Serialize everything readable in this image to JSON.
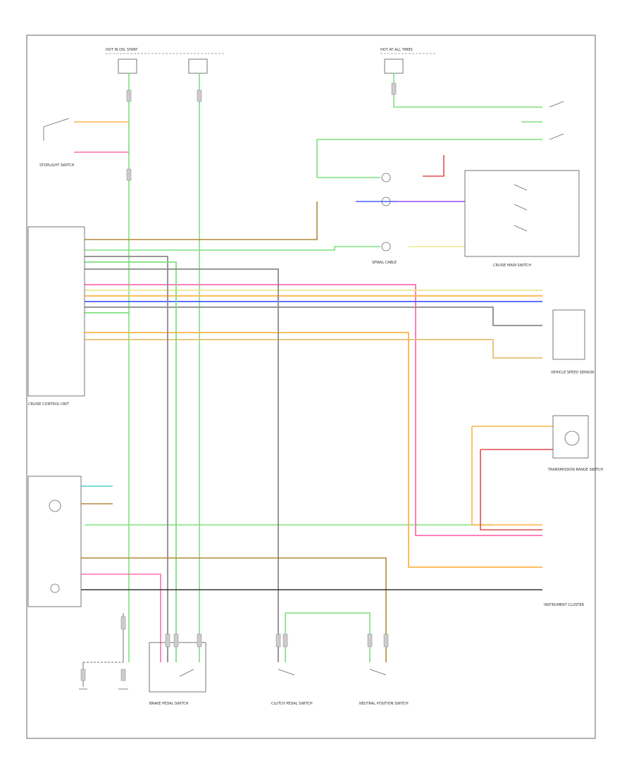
{
  "colors": {
    "green": "#7ee07e",
    "green_dark": "#3fb83f",
    "pink": "#ff6fb0",
    "pink_light": "#ff9ad0",
    "orange": "#ffb347",
    "brown": "#b08a3a",
    "blue": "#4a5cff",
    "purple": "#b06cff",
    "gray": "#8a8a8a",
    "black": "#333333",
    "yellow": "#e8e890",
    "red": "#e34d4d",
    "cyan": "#4fd0d0"
  },
  "icons": [
    "ground-icon",
    "connector-icon",
    "switch-icon",
    "relay-icon",
    "lamp-icon"
  ],
  "labels": {
    "page_code": "",
    "fuse_left": "HOT IN ON, START",
    "fuse_right": "HOT AT ALL TIMES",
    "stoplight_switch": "STOPLIGHT SWITCH",
    "cruise_control_unit": "CRUISE CONTROL UNIT",
    "main_switch": "CRUISE MAIN SWITCH",
    "steering_cable": "SPIRAL CABLE",
    "vss": "VEHICLE SPEED SENSOR",
    "transmission": "TRANSMISSION RANGE SWITCH",
    "instrument_cluster": "INSTRUMENT CLUSTER",
    "brake_pedal_switch": "BRAKE PEDAL SWITCH",
    "clutch_switch": "CLUTCH PEDAL SWITCH",
    "neutral_switch": "NEUTRAL POSITION SWITCH"
  }
}
